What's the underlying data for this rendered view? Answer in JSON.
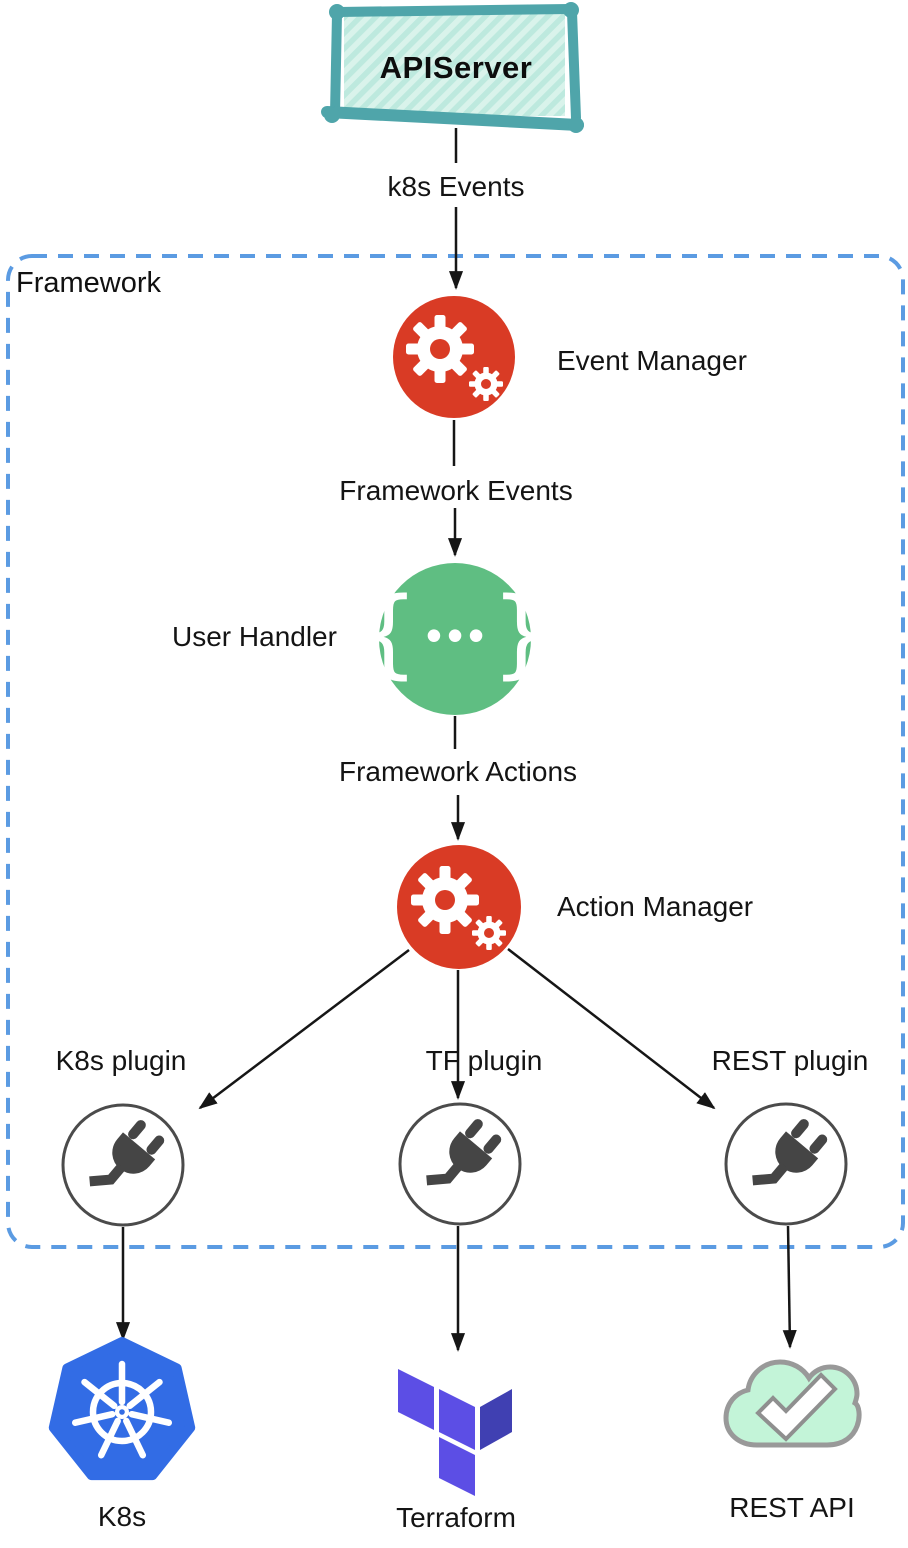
{
  "nodes": {
    "api_server": "APIServer",
    "event_manager": "Event Manager",
    "user_handler": "User Handler",
    "action_manager": "Action Manager",
    "k8s_plugin": "K8s plugin",
    "tf_plugin": "TF plugin",
    "rest_plugin": "REST plugin",
    "k8s": "K8s",
    "terraform": "Terraform",
    "rest_api": "REST API"
  },
  "edges": {
    "k8s_events": "k8s Events",
    "framework_events": "Framework Events",
    "framework_actions": "Framework Actions"
  },
  "container": {
    "framework": "Framework"
  },
  "icons": {
    "user_handler_brace_left": "{",
    "user_handler_dots": "•••",
    "user_handler_brace_right": "}"
  },
  "colors": {
    "apiserver_border": "#4FA5AA",
    "apiserver_fill_light": "#D9F3EB",
    "apiserver_fill_dark": "#BDE9DE",
    "framework_dash": "#5B9BE2",
    "manager_red": "#D93B25",
    "handler_green": "#5FBE82",
    "plugin_outline": "#4B4B4B",
    "plug_gray": "#454545",
    "k8s_blue": "#326CE5",
    "terraform_light": "#5C4EE5",
    "terraform_dark": "#4040B2",
    "cloud_fill": "#C3F4D8",
    "cloud_stroke": "#999999",
    "arrow_line": "#161616"
  }
}
